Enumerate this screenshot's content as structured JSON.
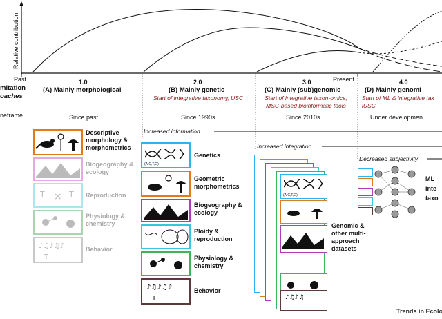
{
  "axis": {
    "ylabel": "Relative contribution",
    "past_label": "Past",
    "present_label": "Present"
  },
  "left_labels": {
    "row1": "mitation",
    "row2": "oaches",
    "row3": "neframe"
  },
  "stages": [
    {
      "number": "1.0",
      "title": "(A) Mainly morphological",
      "description": "",
      "timeframe": "Since past"
    },
    {
      "number": "2.0",
      "title": "(B) Mainly genetic",
      "description": "Start of integrative taxonomy, USC",
      "timeframe": "Since 1990s"
    },
    {
      "number": "3.0",
      "title": "(C) Mainly (sub)genomic",
      "description": "Start of integrative taxon-omics, MSC-based bioinformatic tools",
      "timeframe": "Since 2010s"
    },
    {
      "number": "4.0",
      "title": "(D) Mainly genomi",
      "description": "Start of ML & integrative tax iUSC",
      "timeframe": "Under developmen"
    }
  ],
  "trends": {
    "increased_information": "Increased information",
    "increased_integration": "Increased integration",
    "decreased_subjectivity": "Decreased subjectivity"
  },
  "stage_a_items": [
    {
      "label": "Descriptive morphology & morphometrics",
      "color": "#e07b1a"
    },
    {
      "label": "Biogeography & ecology",
      "color": "#e9a6e6"
    },
    {
      "label": "Reproduction",
      "color": "#a6e9ec"
    },
    {
      "label": "Physiology & chemistry",
      "color": "#a9d6b0"
    },
    {
      "label": "Behavior",
      "color": "#c9c9c9"
    }
  ],
  "stage_b_items": [
    {
      "label": "Genetics",
      "color": "#29b6e8",
      "code": "(A,C,T,G)"
    },
    {
      "label": "Geometric morphometrics",
      "color": "#e07b1a"
    },
    {
      "label": "Biogeography & ecology",
      "color": "#b13bb8"
    },
    {
      "label": "Ploidy & reproduction",
      "color": "#36c8d8"
    },
    {
      "label": "Physiology & chemistry",
      "color": "#3bb55c"
    },
    {
      "label": "Behavior",
      "color": "#5a3a3a"
    }
  ],
  "stage_c": {
    "label": "Genomic & other multi-approach datasets",
    "code": "(A,C,T,G)"
  },
  "stage_d": {
    "label_lines": [
      "ML",
      "inte",
      "taxo"
    ]
  },
  "footer": "Trends in Ecolog",
  "colors": {
    "curve": "#111111",
    "accent_red": "#8b1a1a"
  }
}
